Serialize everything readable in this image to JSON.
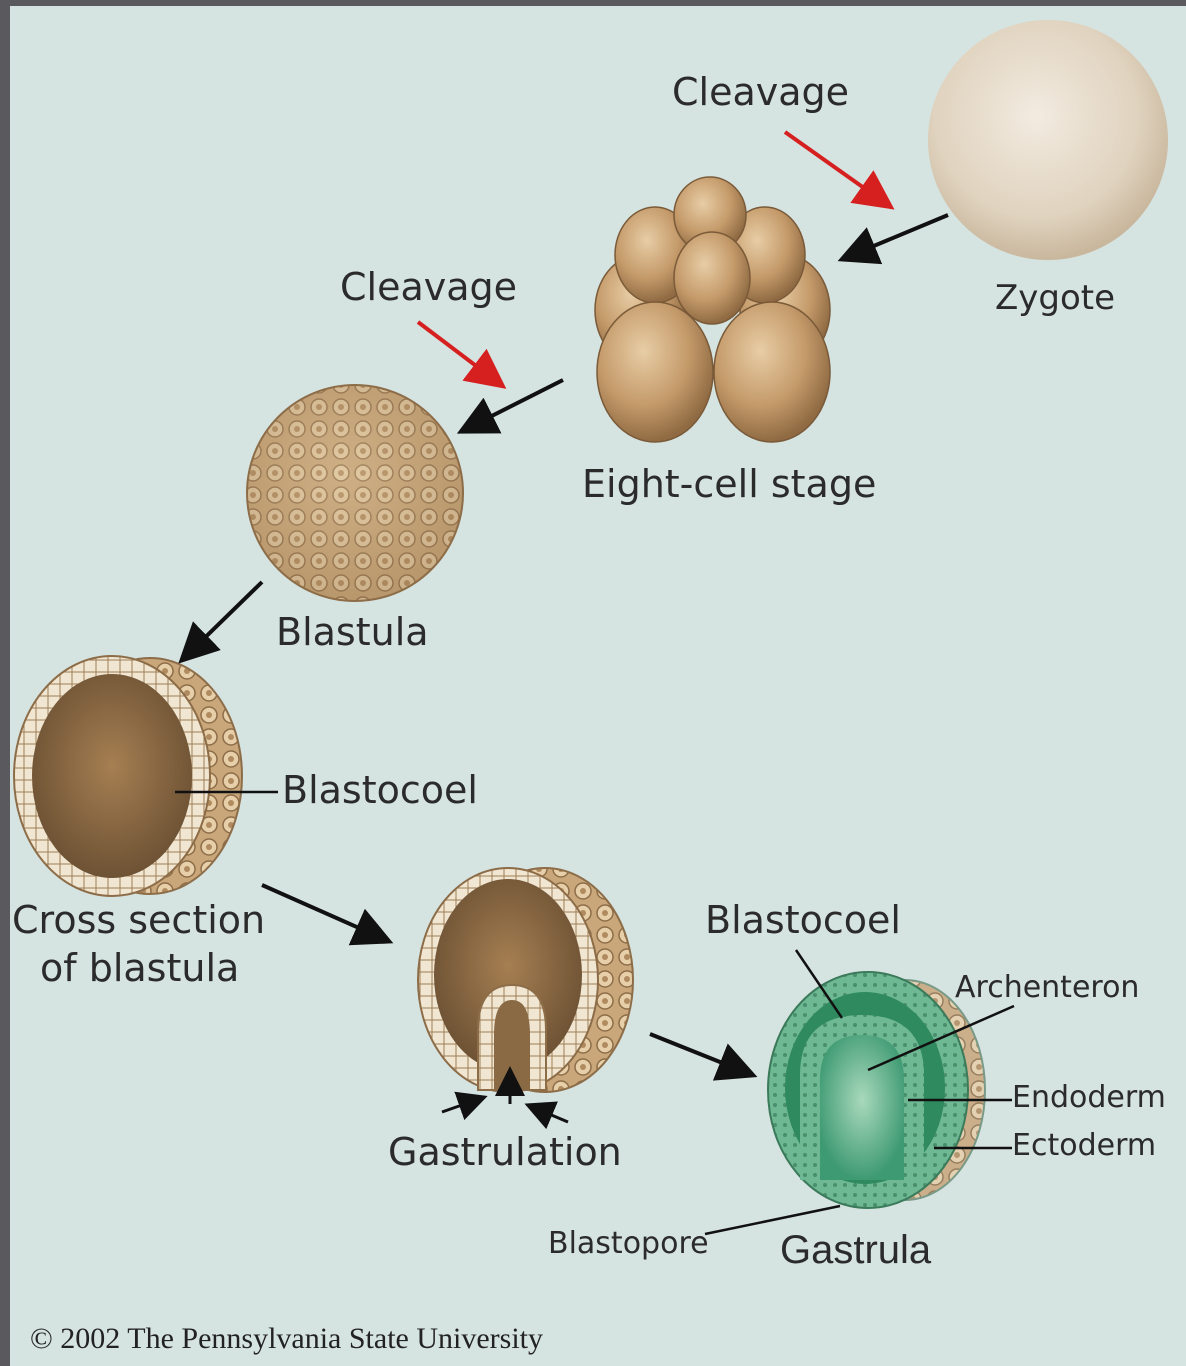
{
  "labels": {
    "cleavage_1": "Cleavage",
    "zygote": "Zygote",
    "cleavage_2": "Cleavage",
    "eight_cell": "Eight-cell stage",
    "blastula": "Blastula",
    "blastocoel_1": "Blastocoel",
    "cross_section": "Cross section",
    "cross_section_2": "of blastula",
    "gastrulation": "Gastrulation",
    "blastocoel_2": "Blastocoel",
    "archenteron": "Archenteron",
    "endoderm": "Endoderm",
    "ectoderm": "Ectoderm",
    "blastopore": "Blastopore",
    "gastrula": "Gastrula"
  },
  "copyright": "© 2002 The Pennsylvania State University",
  "colors": {
    "background": "#d5e3e1",
    "cell_tan": "#b8926a",
    "zygote": "#e6dccd",
    "cavity_brown": "#8a6a45",
    "gastrula_green": "#5fae8a",
    "arrow_red": "#d62020",
    "arrow_black": "#111111"
  }
}
